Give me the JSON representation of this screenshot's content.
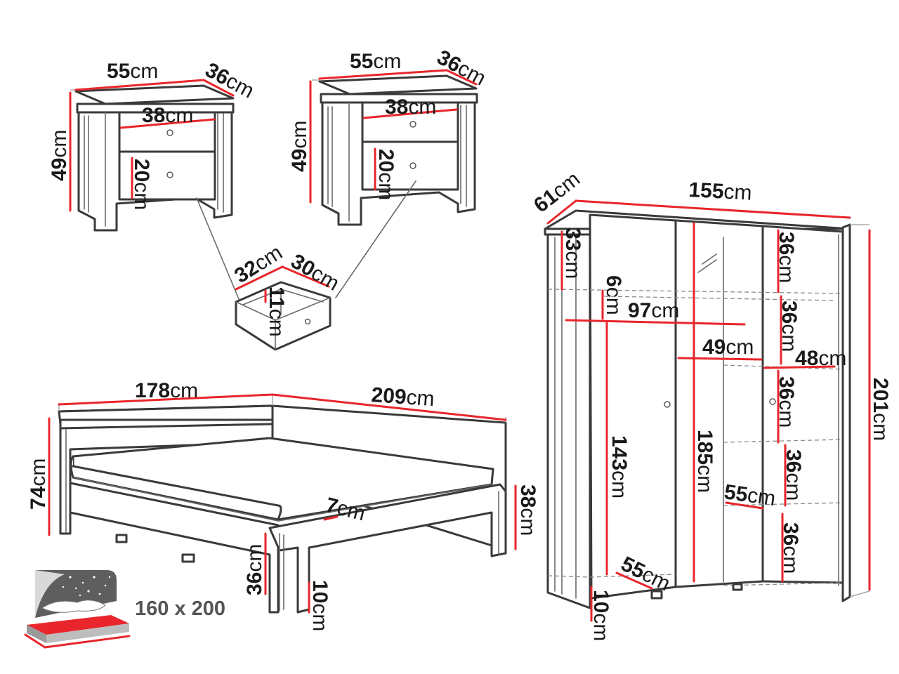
{
  "colors": {
    "dimension_line": "#e8262b",
    "outline": "#3a3a3a",
    "label": "#1a1a1a"
  },
  "unit": "cm",
  "nightstand_left": {
    "width": "55",
    "depth": "36",
    "height": "49",
    "drawer_width": "38",
    "drawer_height": "20"
  },
  "nightstand_right": {
    "width": "55",
    "depth": "36",
    "height": "49",
    "drawer_width": "38",
    "drawer_height": "20"
  },
  "drawer": {
    "depth": "32",
    "width": "30",
    "height": "11"
  },
  "bed": {
    "width": "178",
    "length": "209",
    "headboard_height": "74",
    "footboard_height": "38",
    "side_height": "36",
    "leg_height": "10",
    "frame_thickness": "7"
  },
  "mattress": {
    "size_label": "160 x 200",
    "icon": "mattress-size-icon"
  },
  "wardrobe": {
    "depth": "61",
    "width": "155",
    "height": "201",
    "top_compartment": "33",
    "rail_gap": "6",
    "rail_width": "97",
    "hanging_height": "143",
    "middle_height": "185",
    "middle_width": "49",
    "shelf_width": "48",
    "shelf_gaps": [
      "36",
      "36",
      "36",
      "36",
      "36"
    ],
    "inner_depth_shelf": "55",
    "inner_depth_bottom": "55",
    "leg_height": "10"
  }
}
